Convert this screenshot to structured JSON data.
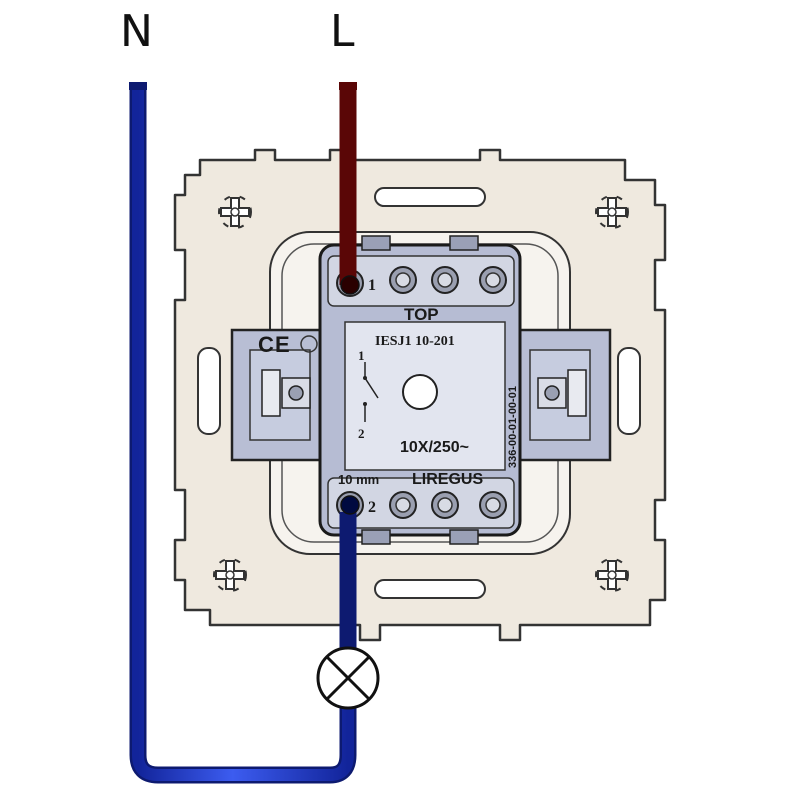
{
  "terminals": {
    "neutral": "N",
    "live": "L"
  },
  "switch": {
    "terminal_top": "1",
    "terminal_bottom": "2",
    "top_marking": "TOP",
    "model": "IESJ1 10-201",
    "rating": "10X/250~",
    "brand": "LIREGUS",
    "strip_length": "10 mm",
    "code": "336-00-01-00-01",
    "schematic_top": "1",
    "schematic_bottom": "2"
  },
  "colors": {
    "neutral_wire": "#1f3fd0",
    "live_wire": "#c81818",
    "plate": "#efe9df",
    "body": "#bcc2d8",
    "face": "#dfe3ef"
  }
}
